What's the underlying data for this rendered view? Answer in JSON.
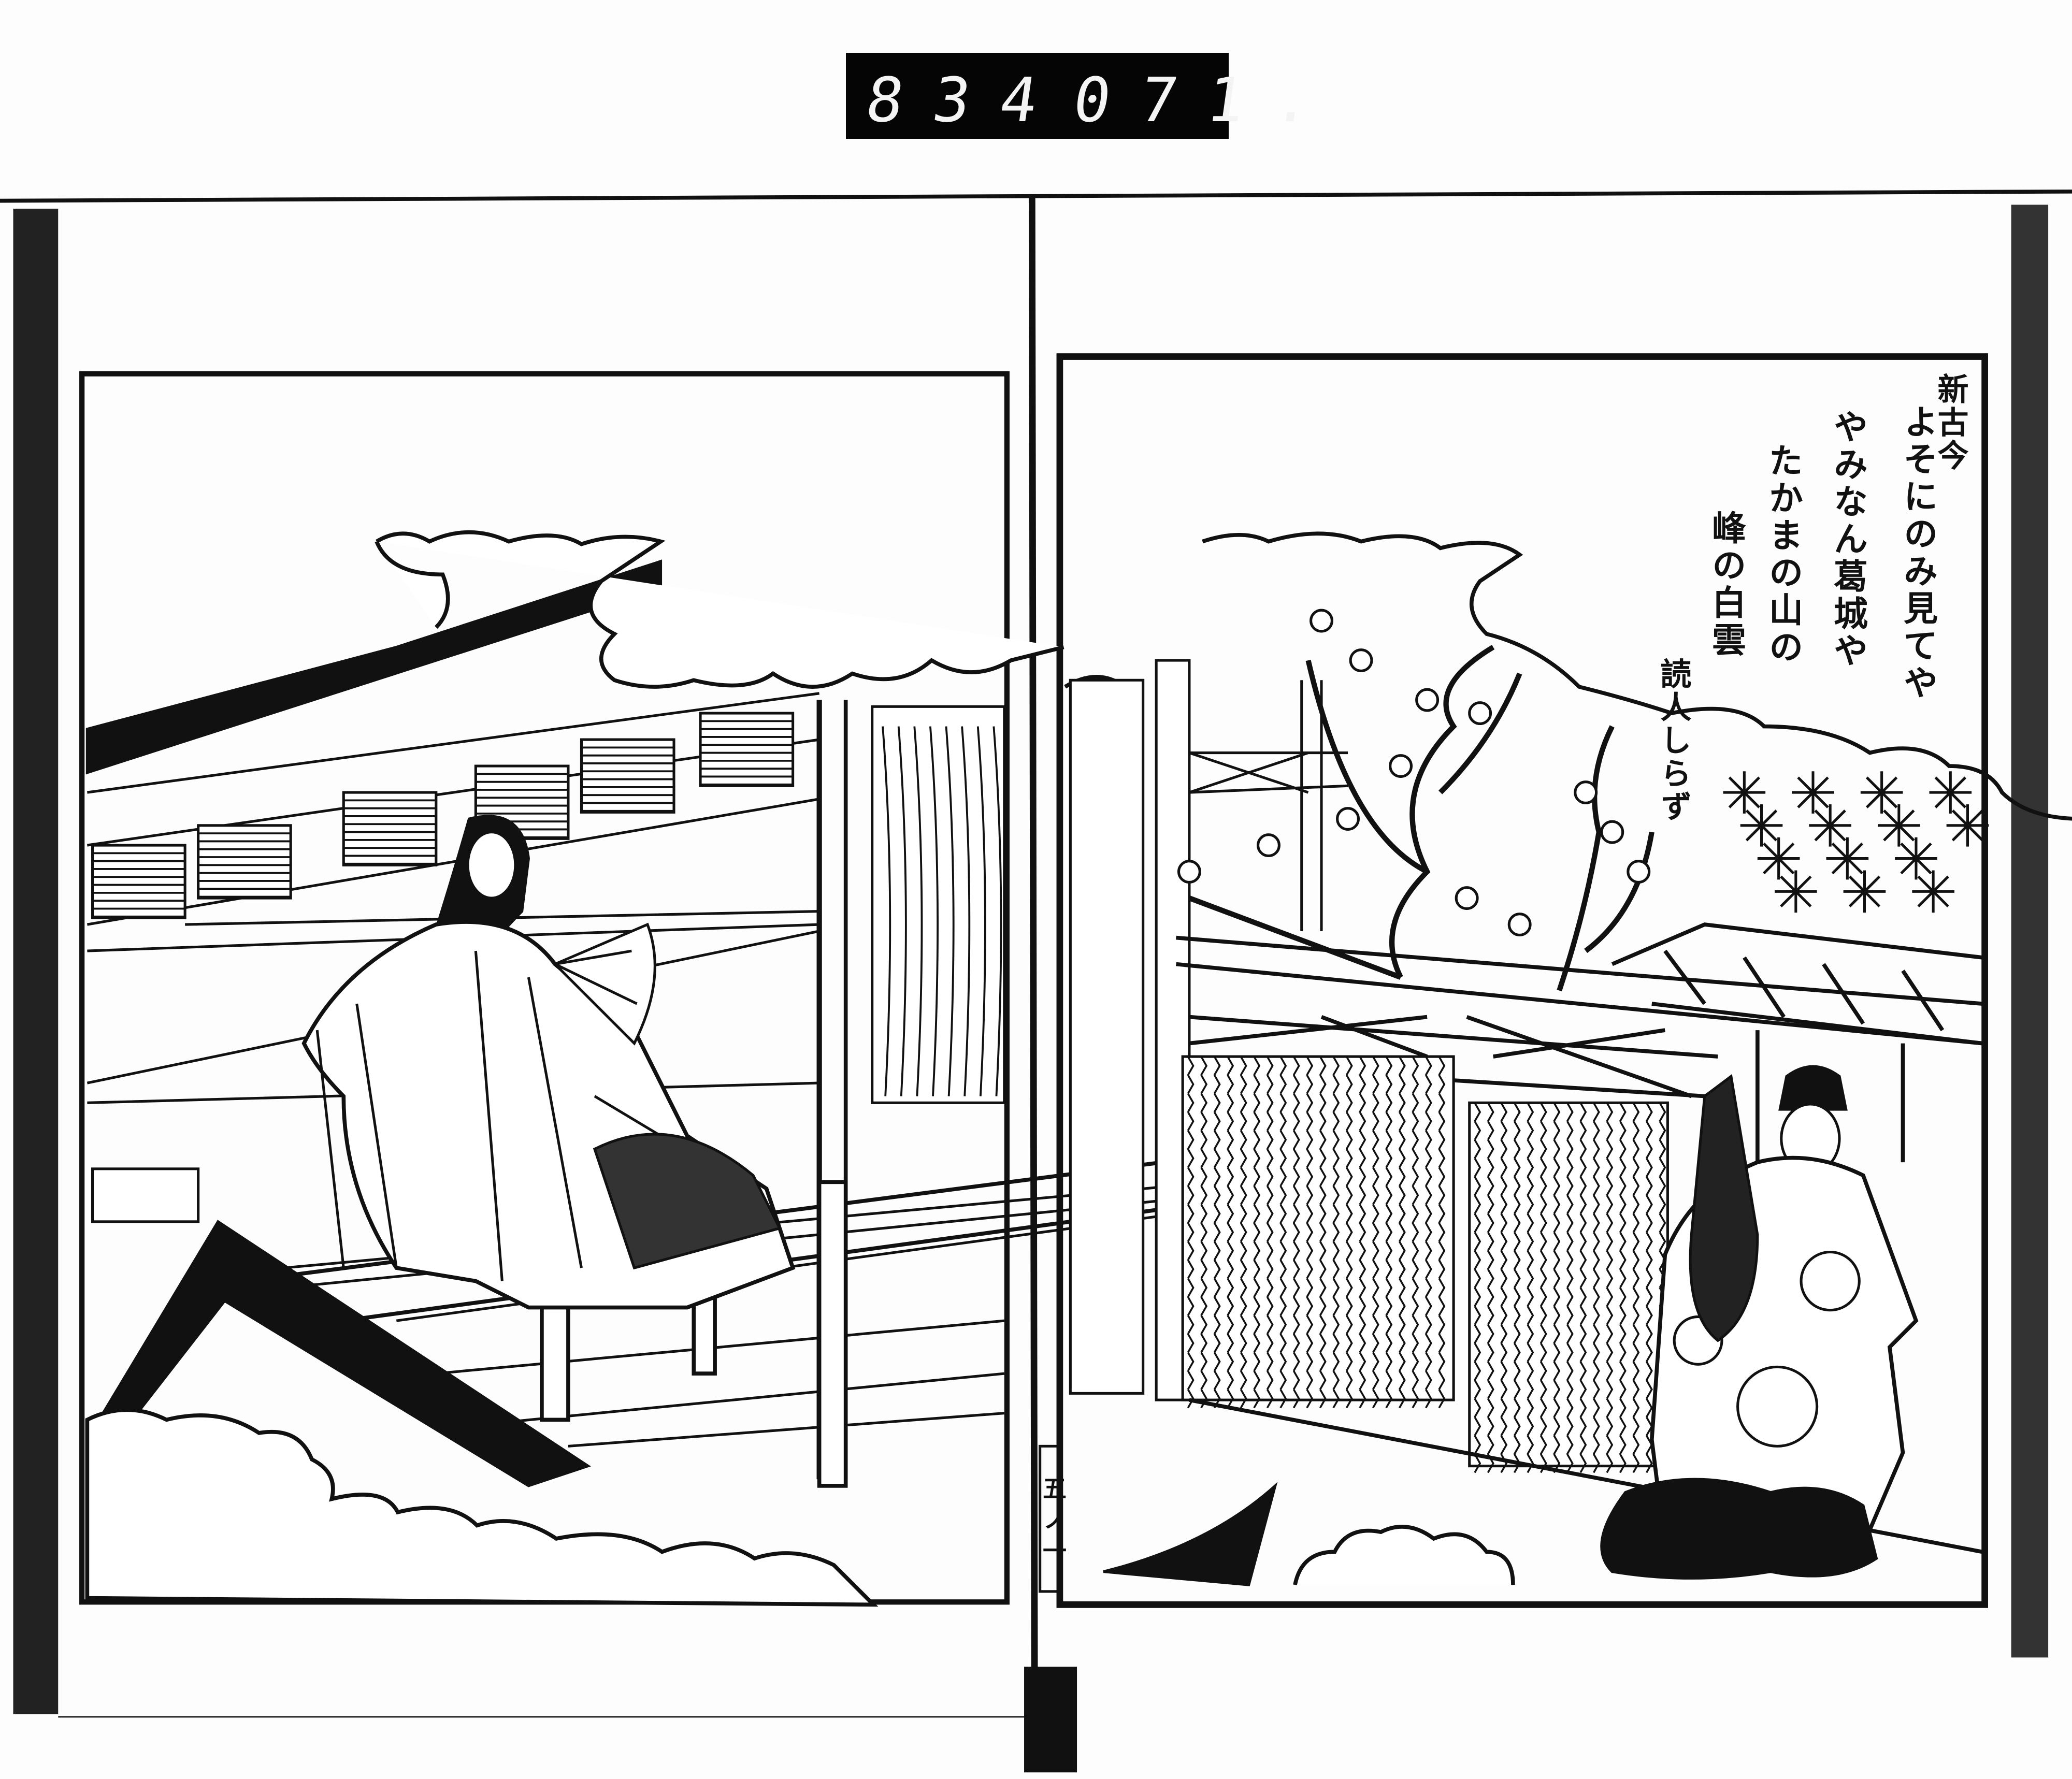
{
  "archive_label": {
    "left": "834",
    "right": "071."
  },
  "poem": {
    "source": "新古今",
    "lines": [
      "よそにのみ見てや",
      "やみなん葛城や",
      "たかまの山の",
      "峰の白雲"
    ],
    "author": "読人しらず"
  },
  "page_number": "五ノ一",
  "colors": {
    "ink": "#111111",
    "paper": "#fdfdfd"
  }
}
